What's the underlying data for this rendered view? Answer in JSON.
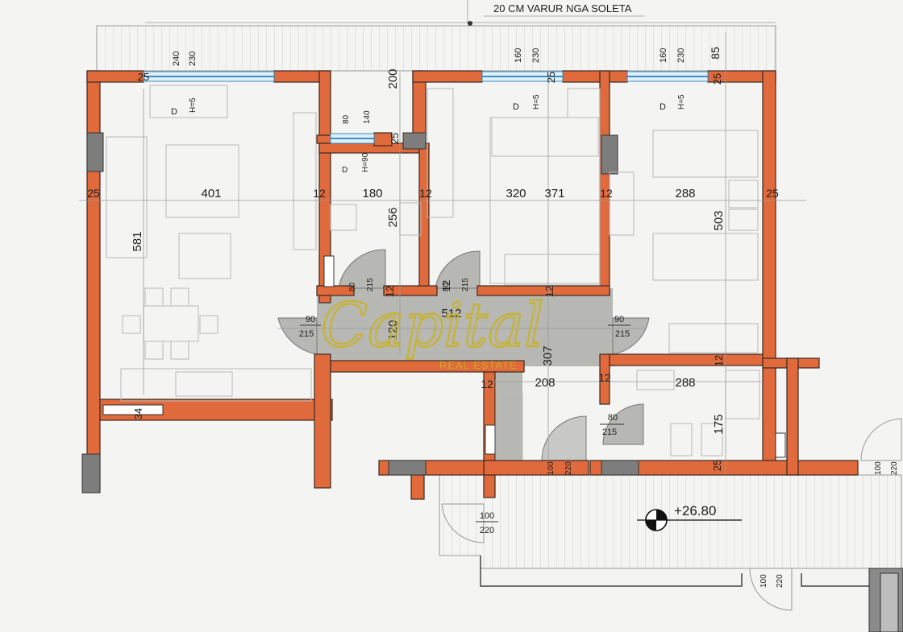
{
  "title": "20 CM VARUR NGA SOLETA",
  "colors": {
    "wall": "#e06a3b",
    "hall": "#b7b7b4",
    "background": "#f4f4f2",
    "window": "#6fb5d9",
    "watermark": "#c9b324"
  },
  "watermark": {
    "brand": "Capital",
    "tagline": "REAL ESTATE"
  },
  "elevation": "+26.80",
  "rooms": {
    "living_width": "401",
    "living_depth": "581",
    "bath1_width": "180",
    "bath1_depth": "256",
    "bed1_width": "320",
    "bed1_depth": "371",
    "bed2_width": "288",
    "bed2_depth": "503",
    "hall_width": "512",
    "hall_depth": "120",
    "corridor_width": "208",
    "corridor_depth": "307",
    "bath2_width": "288",
    "bath2_depth": "175",
    "balcony_depth": "200"
  },
  "walls": {
    "w25_a": "25",
    "w25_b": "25",
    "w25_c": "25",
    "w25_d": "25",
    "w25_e": "25",
    "w25_f": "25",
    "w25_g": "25",
    "w12_a": "12",
    "w12_b": "12",
    "w12_c": "12",
    "w12_d": "12",
    "w12_e": "12",
    "w12_f": "12",
    "w12_g": "12",
    "w12_h": "12",
    "w12_i": "12",
    "w34": "34",
    "w85": "85"
  },
  "windows": [
    {
      "w": "240",
      "h": "230",
      "sill": "H=5",
      "tag": "D"
    },
    {
      "w": "80",
      "h": "140",
      "sill": "H=90",
      "tag": "D"
    },
    {
      "w": "160",
      "h": "230",
      "sill": "H=5",
      "tag": "D"
    },
    {
      "w": "160",
      "h": "230",
      "sill": "H=5",
      "tag": "D"
    }
  ],
  "doors": {
    "d1": {
      "w": "90",
      "h": "215"
    },
    "d2": {
      "w": "80",
      "h": "215"
    },
    "d3": {
      "w": "80",
      "h": "215"
    },
    "d4": {
      "w": "90",
      "h": "215"
    },
    "d5": {
      "w": "80",
      "h": "215"
    },
    "d6": {
      "w": "100",
      "h": "220"
    },
    "d7": {
      "w": "100",
      "h": "220"
    },
    "d8": {
      "w": "100",
      "h": "220"
    },
    "d9": {
      "w": "100",
      "h": "220"
    }
  }
}
